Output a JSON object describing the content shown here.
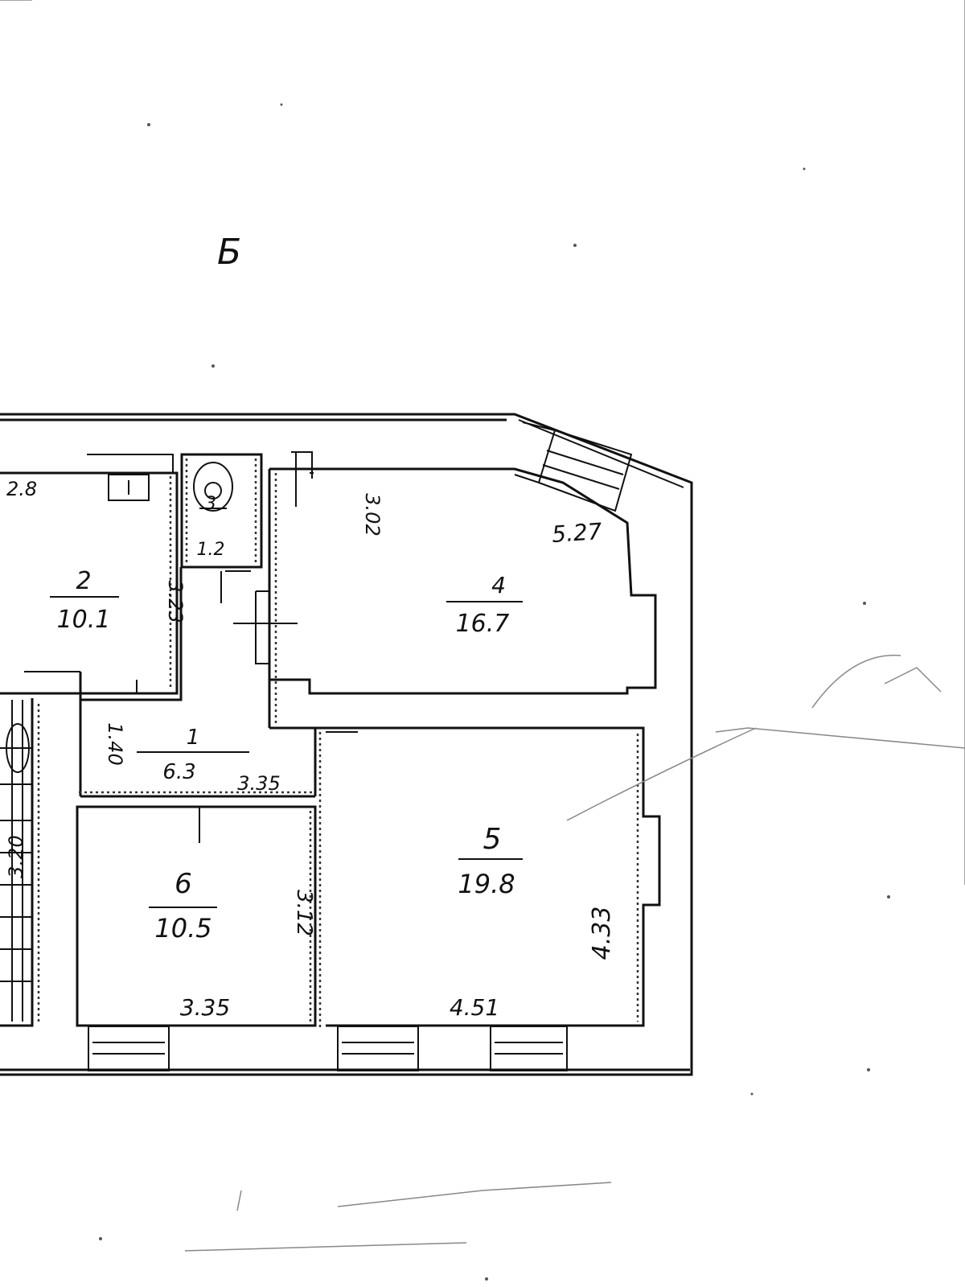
{
  "section_letter": "Б",
  "rooms": [
    {
      "number": "2",
      "area": "10.1"
    },
    {
      "number": "3",
      "area": "1.2"
    },
    {
      "number": "4",
      "area": "16.7"
    },
    {
      "number": "1",
      "area": "6.3"
    },
    {
      "number": "6",
      "area": "10.5"
    },
    {
      "number": "5",
      "area": "19.8"
    }
  ],
  "dimensions": {
    "partial_top_left": "2.8",
    "room2_side": "3.23",
    "room4_side": "3.02",
    "room4_top": "5.27",
    "corridor_side": "1.40",
    "corridor_width": "3.35",
    "room6_side": "3.12",
    "room6_bottom": "3.35",
    "room5_bottom": "4.51",
    "room5_side": "4.33",
    "stair_side": "3.20"
  },
  "colors": {
    "ink": "#111111",
    "paper": "#ffffff"
  }
}
